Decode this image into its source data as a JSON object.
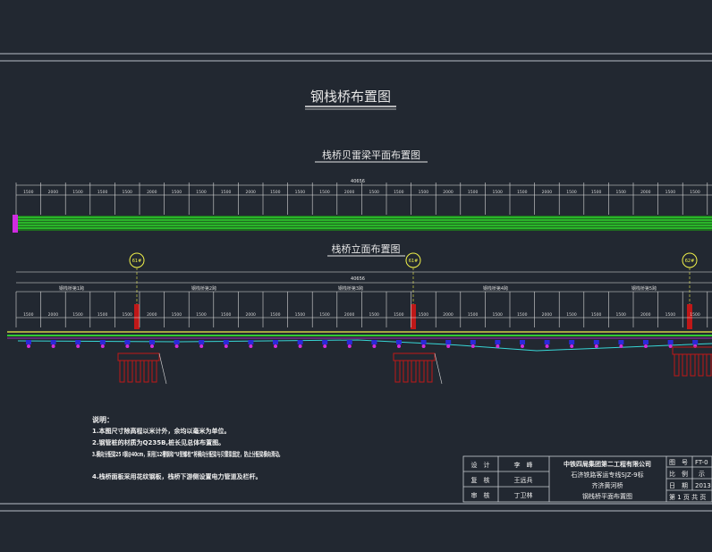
{
  "drawing": {
    "main_title": "钢栈桥布置图",
    "plan": {
      "title": "栈桥贝雷梁平面布置图",
      "total_dim": "40656"
    },
    "elevation": {
      "title": "栈桥立面布置图",
      "total_dim": "40656",
      "piers": [
        "61#",
        "61#",
        "62#"
      ],
      "segments": [
        "钢栈桥第1跨",
        "钢栈桥第2跨",
        "钢栈桥第3跨",
        "钢栈桥第4跨",
        "钢栈桥第5跨"
      ]
    },
    "span_labels": [
      "1500",
      "2000",
      "1500",
      "1500",
      "1500",
      "2000",
      "1500",
      "1500",
      "1500",
      "2000",
      "1500",
      "1500",
      "1500",
      "2000",
      "1500",
      "1500",
      "1500",
      "2000",
      "1500",
      "1500",
      "1500",
      "2000",
      "1500",
      "1500",
      "1500",
      "2000",
      "1500",
      "1500"
    ],
    "notes": {
      "heading": "说明：",
      "items": [
        "1.本图尺寸除高程以米计外，余均以毫米为单位。",
        "2.钢管桩的材质为Q235B,桩长见总体布置图。",
        "3.横向分配梁25 I钢@40cm，采用[12槽钢和“U型螺栓”将横向分配梁与贝雷梁固定，防止分配梁横向滑动。",
        "4.栈桥面板采用花纹钢板，栈桥下游侧设置电力管道及栏杆。"
      ]
    },
    "title_block": {
      "roles": [
        {
          "role": "设　计",
          "name": "李　峰"
        },
        {
          "role": "复　核",
          "name": "王远兵"
        },
        {
          "role": "审　核",
          "name": "丁卫林"
        }
      ],
      "company": "中铁四局集团第二工程有限公司",
      "project": "石济铁路客运专线SJZ-9标",
      "bridge": "齐济黄河桥",
      "sheet_title": "钢栈桥平面布置图",
      "fields": [
        {
          "label": "图　号",
          "value": "FT-0"
        },
        {
          "label": "比　例",
          "value": "示"
        },
        {
          "label": "日　期",
          "value": "2013"
        }
      ],
      "page": "第 1 页 共 页"
    }
  }
}
